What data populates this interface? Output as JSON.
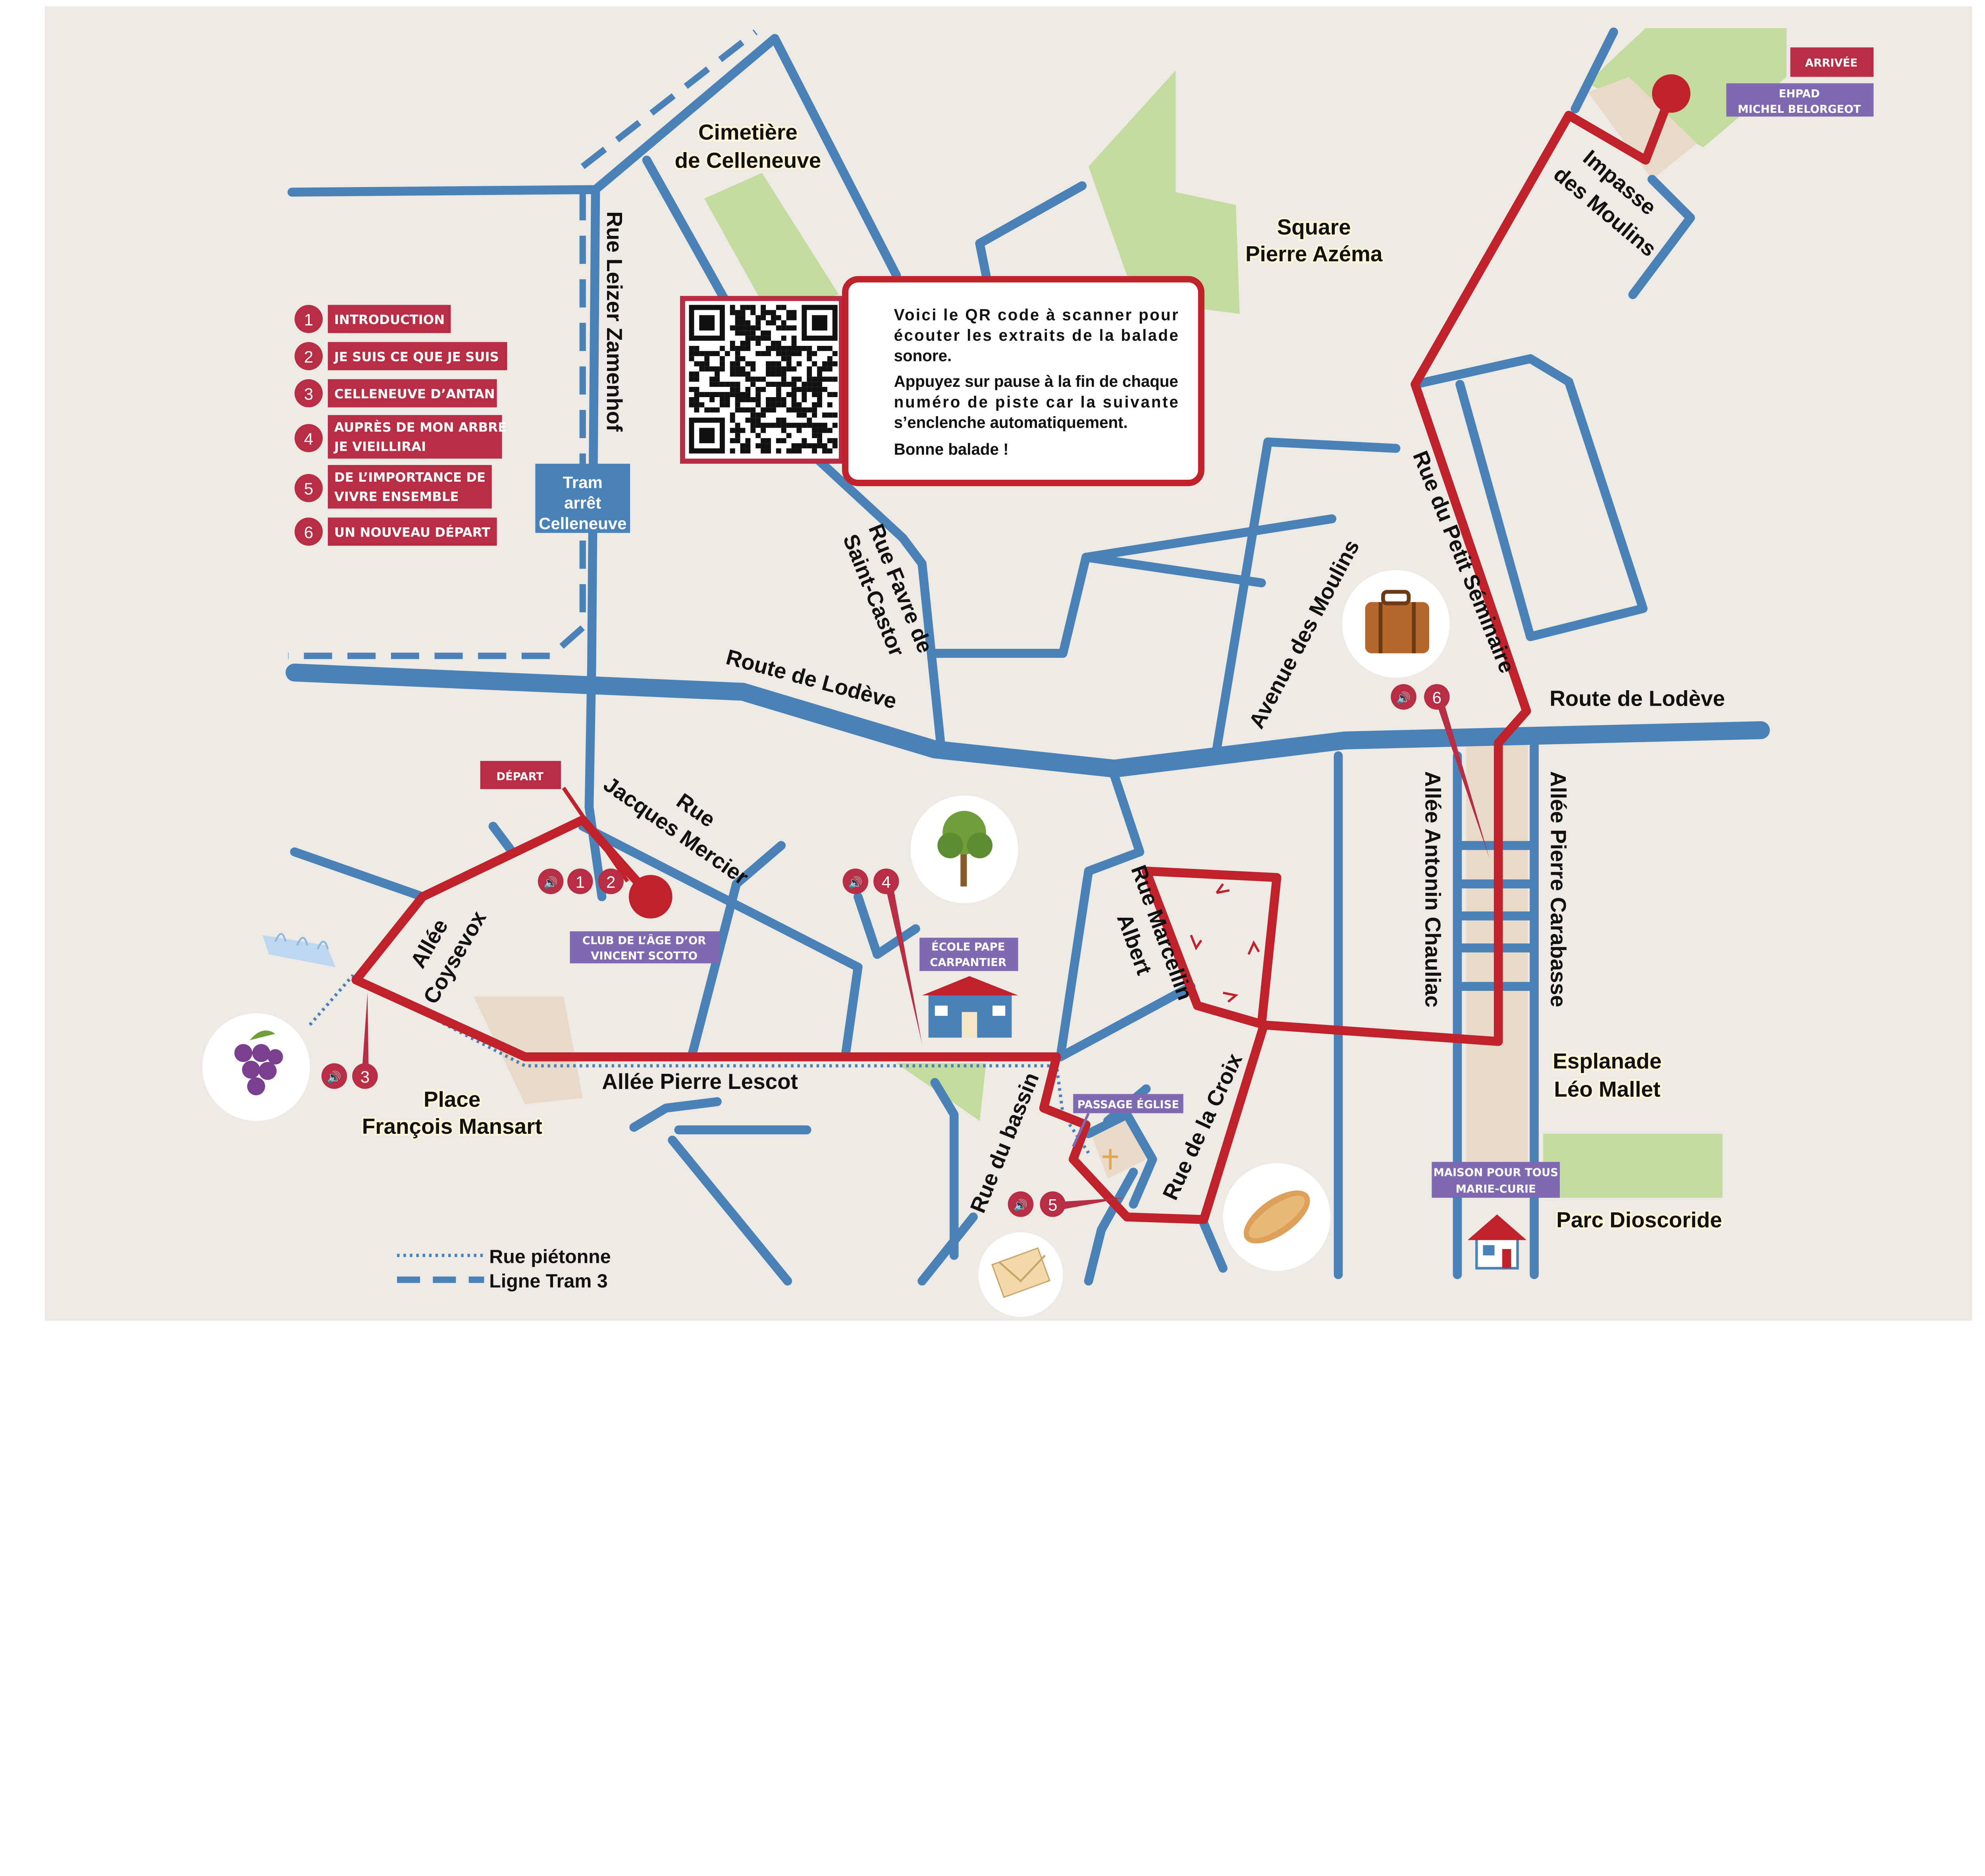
{
  "legend_tracks": [
    {
      "num": "1",
      "label": [
        "INTRODUCTION"
      ]
    },
    {
      "num": "2",
      "label": [
        "JE SUIS CE QUE JE SUIS"
      ]
    },
    {
      "num": "3",
      "label": [
        "CELLENEUVE D’ANTAN"
      ]
    },
    {
      "num": "4",
      "label": [
        "AUPRÈS DE MON ARBRE",
        "JE VIEILLIRAI"
      ]
    },
    {
      "num": "5",
      "label": [
        "DE L’IMPORTANCE DE",
        "VIVRE ENSEMBLE"
      ]
    },
    {
      "num": "6",
      "label": [
        "UN NOUVEAU DÉPART"
      ]
    }
  ],
  "info_box": {
    "lines": [
      "Voici le QR code à scanner pour",
      "écouter les extraits de la balade",
      "sonore.",
      "Appuyez sur pause à la fin de chaque",
      "numéro de piste car la suivante",
      "s’enclenche automatiquement.",
      "Bonne balade !"
    ]
  },
  "places": {
    "cimetiere": [
      "Cimetière",
      "de Celleneuve"
    ],
    "square": [
      "Square",
      "Pierre Azéma"
    ],
    "place_mansart": [
      "Place",
      "François Mansart"
    ],
    "esplanade": [
      "Esplanade",
      "Léo Mallet"
    ],
    "parc": "Parc Dioscoride"
  },
  "streets": {
    "zamenhof": "Rue Leizer Zamenhof",
    "impasse": [
      "Impasse",
      "des Moulins"
    ],
    "lodeve_west": "Route de Lodève",
    "lodeve_east": "Route de Lodève",
    "favre": [
      "Rue Favre de",
      "Saint-Castor"
    ],
    "avenue_moulins": "Avenue des Moulins",
    "petit_seminaire": "Rue du Petit Séminaire",
    "mercier": [
      "Rue",
      "Jacques Mercier"
    ],
    "coysevox": [
      "Allée",
      "Coysevox"
    ],
    "lescot": "Allée Pierre Lescot",
    "marcellin": [
      "Rue Marcellin",
      "Albert"
    ],
    "chauliac": "Allée Antonin Chauliac",
    "carabasse": "Allée Pierre Carabasse",
    "bassin": "Rue du bassin",
    "croix": "Rue de la Croix"
  },
  "tram_stop": [
    "Tram",
    "arrêt",
    "Celleneuve"
  ],
  "markers": {
    "depart": "DÉPART",
    "arrivee": "ARRIVÉE",
    "ehpad": [
      "EHPAD",
      "MICHEL BELORGEOT"
    ],
    "club": [
      "CLUB DE L’ÂGE D’OR",
      "VINCENT SCOTTO"
    ],
    "ecole": [
      "ÉCOLE PAPE",
      "CARPANTIER"
    ],
    "passage": "PASSAGE ÉGLISE",
    "maison": [
      "MAISON POUR TOUS",
      "MARIE-CURIE"
    ]
  },
  "track_stops": [
    {
      "nums": [
        "1",
        "2"
      ]
    },
    {
      "nums": [
        "3"
      ]
    },
    {
      "nums": [
        "4"
      ]
    },
    {
      "nums": [
        "5"
      ]
    },
    {
      "nums": [
        "6"
      ]
    }
  ],
  "map_legend": {
    "pedestrian": "Rue piétonne",
    "tram": "Ligne Tram 3"
  },
  "colors": {
    "route": "#c0222c",
    "road": "#4a82b8",
    "label_red": "#b72d43",
    "label_purple": "#7f6ab2",
    "green": "#c3db9d",
    "background": "#ede9e4"
  }
}
